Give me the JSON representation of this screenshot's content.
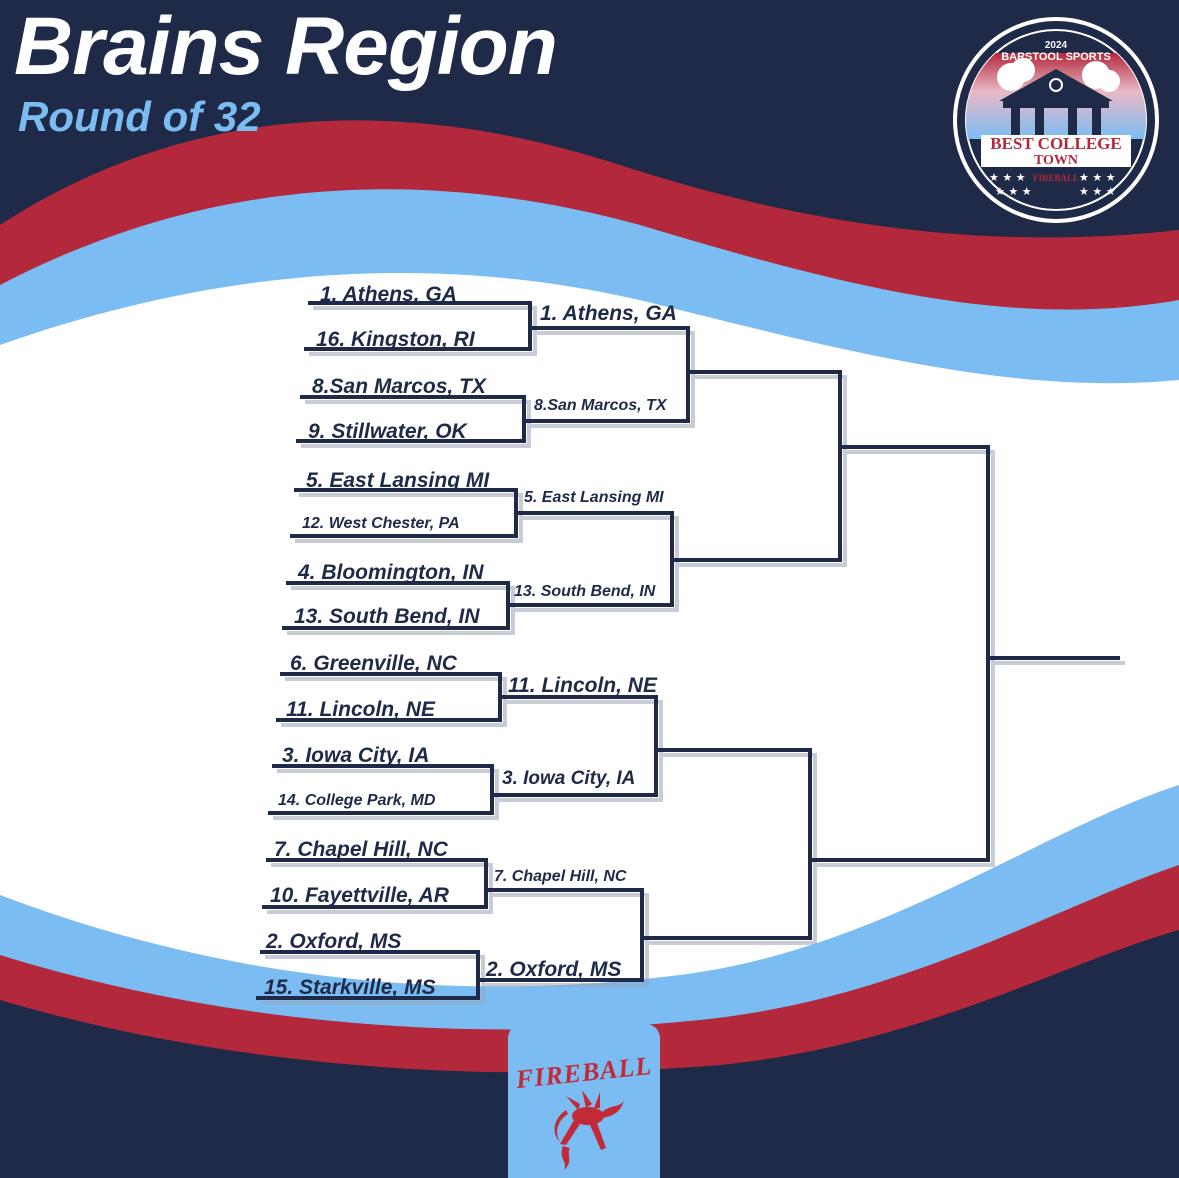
{
  "title": "Brains Region",
  "subtitle": "Round of 32",
  "badge": {
    "year": "2024",
    "brand": "BARSTOOL SPORTS",
    "line1": "BEST COLLEGE",
    "line2": "TOWN",
    "sponsor": "FIREBALL"
  },
  "sponsor": {
    "name": "FIREBALL"
  },
  "colors": {
    "navy": "#1e2a47",
    "red": "#b3283a",
    "light_blue": "#7bbcf3",
    "white": "#ffffff"
  },
  "round1": [
    "1. Athens, GA",
    "16. Kingston, RI",
    "8.San Marcos, TX",
    "9. Stillwater, OK",
    "5. East Lansing MI",
    "12. West Chester,  PA",
    "4. Bloomington, IN",
    "13. South Bend, IN",
    "6. Greenville, NC",
    "11. Lincoln, NE",
    "3. Iowa City, IA",
    "14. College Park, MD",
    "7. Chapel Hill, NC",
    "10. Fayettville, AR",
    "2. Oxford, MS",
    "15. Starkville, MS"
  ],
  "round2": [
    "1. Athens, GA",
    "8.San Marcos, TX",
    "5. East Lansing MI",
    "13. South Bend, IN",
    "11. Lincoln, NE",
    "3. Iowa City, IA",
    "7. Chapel Hill, NC",
    "2. Oxford, MS"
  ]
}
